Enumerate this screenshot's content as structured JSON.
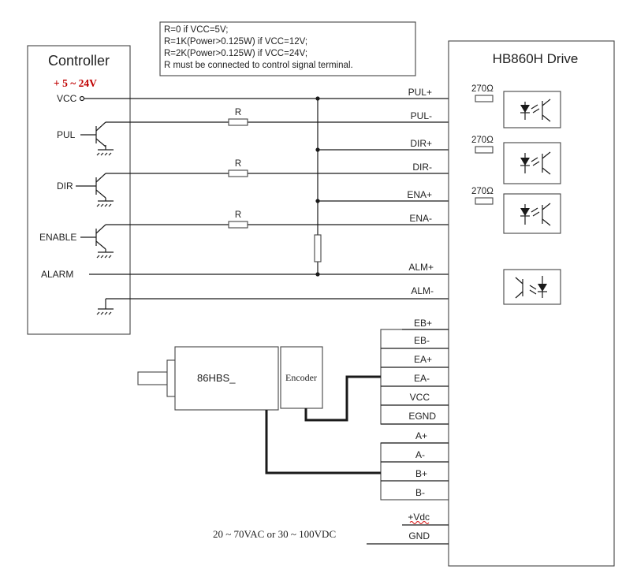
{
  "note": {
    "lines": [
      "R=0 if VCC=5V;",
      "R=1K(Power>0.125W) if VCC=12V;",
      "R=2K(Power>0.125W) if VCC=24V;",
      "R must be connected to control signal terminal."
    ]
  },
  "controller": {
    "title": "Controller",
    "voltage": "+ 5 ~ 24V",
    "vcc": "VCC",
    "pul": "PUL",
    "dir": "DIR",
    "enable": "ENABLE",
    "alarm": "ALARM"
  },
  "resistor_label": "R",
  "drive": {
    "title": "HB860H Drive",
    "r270": "270",
    "ohm": "Ω",
    "terminals": [
      "PUL+",
      "PUL-",
      "DIR+",
      "DIR-",
      "ENA+",
      "ENA-",
      "ALM+",
      "ALM-"
    ],
    "encoder_terminals": [
      "EB+",
      "EB-",
      "EA+",
      "EA-",
      "VCC",
      "EGND"
    ],
    "motor_terminals": [
      "A+",
      "A-",
      "B+",
      "B-"
    ],
    "power_terminals": [
      "+Vdc",
      "GND"
    ]
  },
  "motor": {
    "label": "86HBS_",
    "encoder": "Encoder"
  },
  "power_supply": "20 ~ 70VAC or 30 ~ 100VDC",
  "colors": {
    "voltage": "#c00000",
    "wire": "#1a1a1a"
  }
}
